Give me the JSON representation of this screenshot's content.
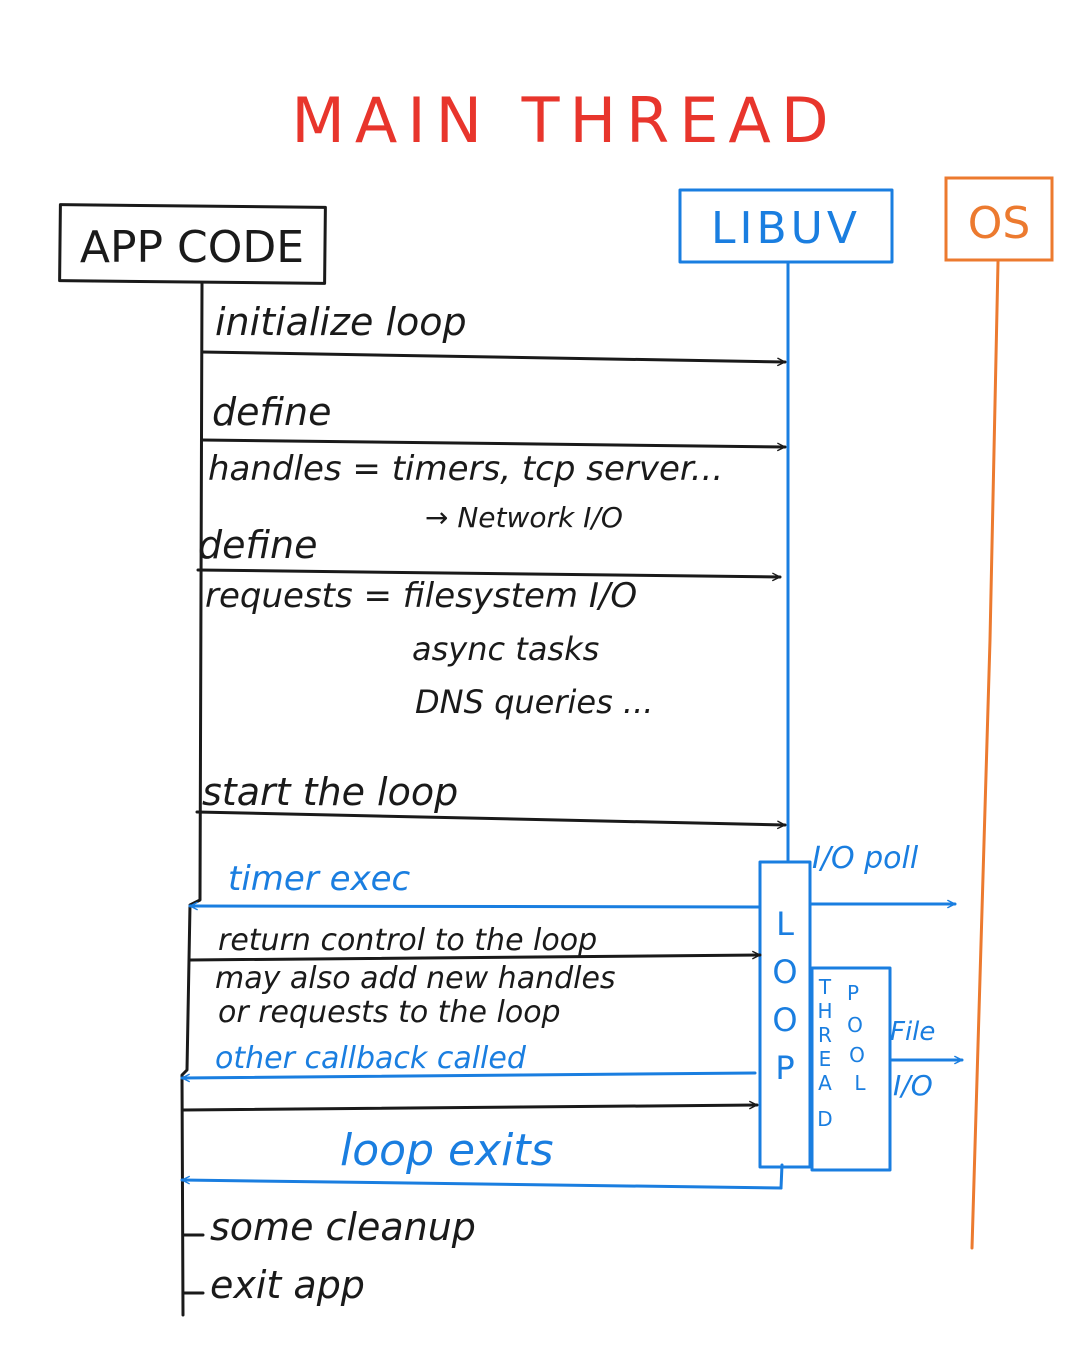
{
  "title": "MAIN THREAD",
  "actors": {
    "app": "APP CODE",
    "libuv": "LIBUV",
    "os": "OS"
  },
  "steps": {
    "init": "initialize loop",
    "define1": "define",
    "handles": "handles = timers, tcp server...",
    "network_io": "→ Network I/O",
    "define2": "define",
    "requests": "requests = filesystem I/O",
    "async": "async tasks",
    "dns": "DNS queries ...",
    "start": "start the loop",
    "timer_exec": "timer exec",
    "io_poll": "I/O poll",
    "return_control": "return control to the loop",
    "may_add1": "may also add new handles",
    "may_add2": "or requests to the loop",
    "other_cb": "other callback called",
    "file": "File",
    "io": "I/O",
    "loop_exits": "loop exits",
    "cleanup": "some cleanup",
    "exit_app": "exit app"
  },
  "loop_box": {
    "letters": [
      "L",
      "O",
      "O",
      "P"
    ]
  },
  "thread_pool": {
    "thread_letters": [
      "T",
      "H",
      "R",
      "E",
      "A",
      "D"
    ],
    "pool_letters": [
      "P",
      "O",
      "O",
      "L"
    ]
  },
  "colors": {
    "title": "#e8352c",
    "app": "#1a1a1a",
    "libuv": "#1a7ee0",
    "os": "#ec7a2f"
  }
}
